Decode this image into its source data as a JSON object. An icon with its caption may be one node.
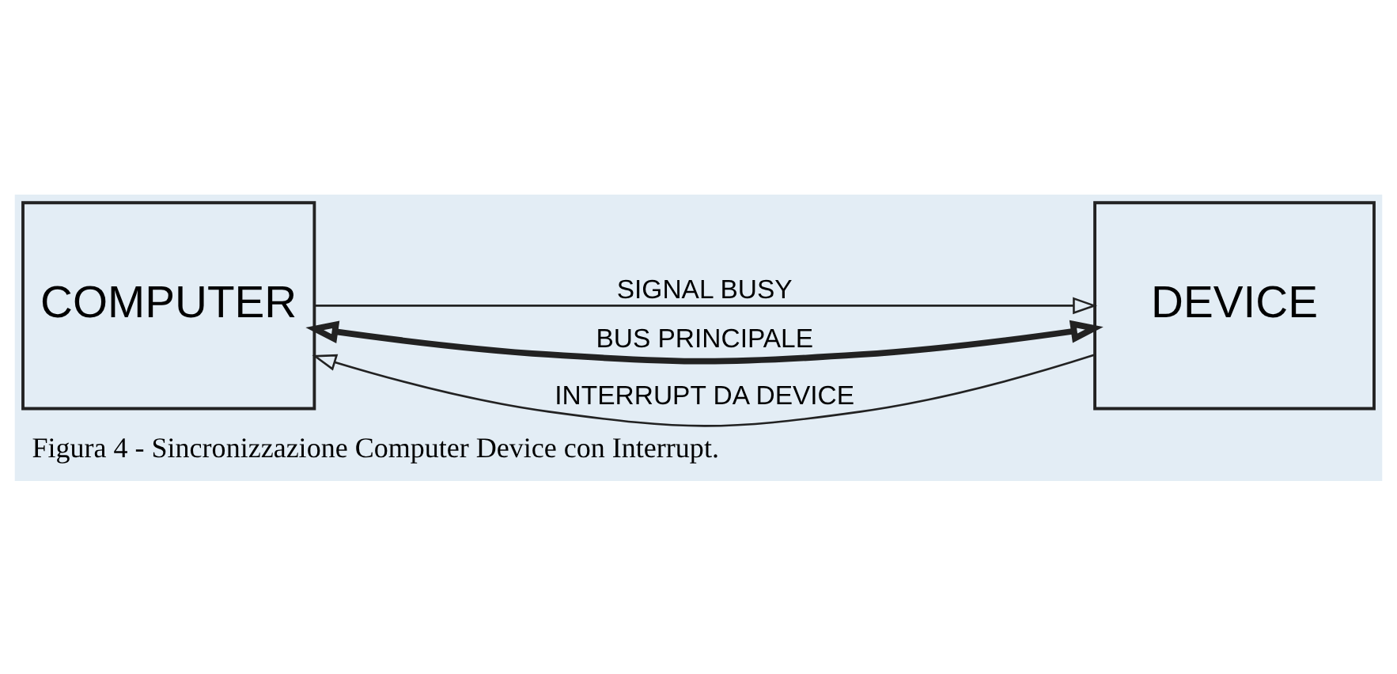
{
  "diagram": {
    "caption": "Figura 4 - Sincronizzazione Computer Device con Interrupt.",
    "nodes": [
      {
        "text": [
          "COMPUTER"
        ]
      },
      {
        "text": [
          "DEVICE"
        ]
      }
    ],
    "edges": [
      {
        "from": 0,
        "to": 1,
        "arrow": "to",
        "label": "SIGNAL BUSY"
      },
      {
        "from": 0,
        "to": 1,
        "arrow": "both",
        "label": "BUS PRINCIPALE",
        "style": "thick"
      },
      {
        "from": 1,
        "to": 0,
        "arrow": "to",
        "label": "INTERRUPT DA DEVICE"
      }
    ]
  }
}
